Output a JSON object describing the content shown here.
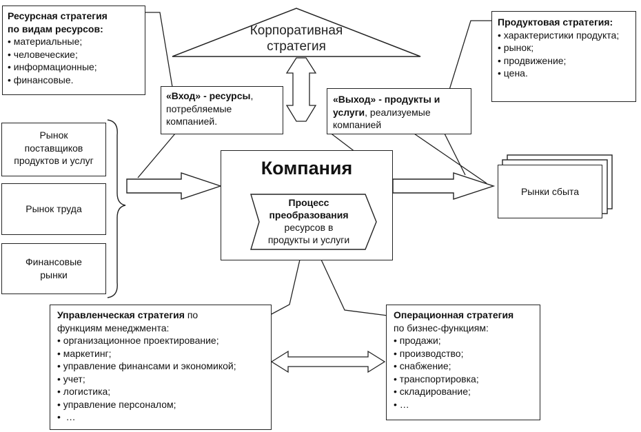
{
  "corporate": {
    "line1": "Корпоративная",
    "line2": "стратегия"
  },
  "resource": {
    "title_line1": "Ресурсная стратегия",
    "title_line2": "по видам ресурсов:",
    "items": [
      "материальные;",
      "человеческие;",
      "информационные;",
      "финансовые."
    ]
  },
  "product": {
    "title": "Продуктовая стратегия:",
    "items": [
      "характеристики продукта;",
      "рынок;",
      "продвижение;",
      "цена."
    ]
  },
  "input": {
    "bold": "«Вход» - ресурсы",
    "rest_comma": ",",
    "line2": "потребляемые",
    "line3": "компанией."
  },
  "output": {
    "bold_line1": "«Выход» - продукты и",
    "bold_line2": "услуги",
    "rest_line2": ", реализуемые",
    "line3": "компанией"
  },
  "markets": [
    {
      "line1": "Рынок",
      "line2": "поставщиков",
      "line3": "продуктов и услуг"
    },
    {
      "line1": "Рынок труда"
    },
    {
      "line1": "Финансовые",
      "line2": "рынки"
    }
  ],
  "company": {
    "title": "Компания",
    "process_bold1": "Процесс",
    "process_bold2": "преобразования",
    "process_line3": "ресурсов в",
    "process_line4": "продукты и услуги"
  },
  "sales": {
    "label": "Рынки сбыта"
  },
  "management": {
    "title_bold": "Управленческая стратегия",
    "title_rest": " по",
    "title_line2": "функциям менеджмента:",
    "items": [
      "организационное проектирование;",
      "маркетинг;",
      "управление финансами и экономикой;",
      "учет;",
      "логистика;",
      "управление персоналом;",
      " …"
    ]
  },
  "operational": {
    "title": "Операционная стратегия",
    "title_line2": "по бизнес-функциям:",
    "items": [
      "продажи;",
      "производство;",
      "снабжение;",
      "транспортировка;",
      "складирование;",
      "…"
    ]
  }
}
